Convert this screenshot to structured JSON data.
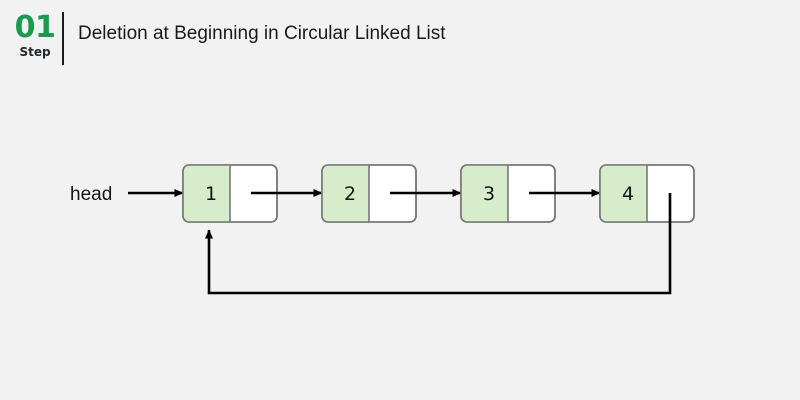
{
  "header": {
    "step_number": "01",
    "step_word": "Step",
    "title": "Deletion at Beginning in Circular Linked List"
  },
  "diagram": {
    "head_label": "head",
    "nodes": [
      {
        "value": "1"
      },
      {
        "value": "2"
      },
      {
        "value": "3"
      },
      {
        "value": "4"
      }
    ],
    "colors": {
      "background": "#f1f2f1",
      "data_cell": "#d6ecca",
      "pointer_cell": "#ffffff",
      "node_border": "#777777",
      "arrow": "#000000",
      "step_accent": "#199a4e",
      "text": "#1a1a1a"
    }
  }
}
